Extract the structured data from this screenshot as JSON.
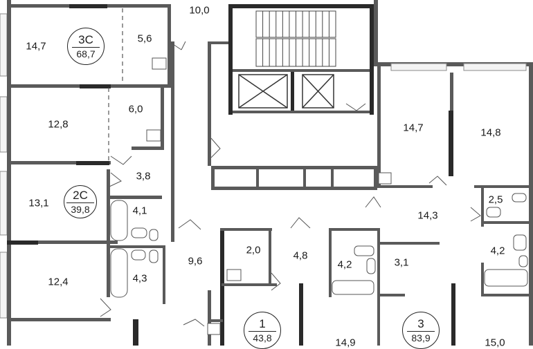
{
  "apartments": [
    {
      "id": "3c",
      "rooms": "3С",
      "total": "68,7"
    },
    {
      "id": "2c",
      "rooms": "2С",
      "total": "39,8"
    },
    {
      "id": "1",
      "rooms": "1",
      "total": "43,8"
    },
    {
      "id": "3",
      "rooms": "3",
      "total": "83,9"
    }
  ],
  "rooms": [
    {
      "id": "r-14-7-a",
      "area": "14,7"
    },
    {
      "id": "r-5-6",
      "area": "5,6"
    },
    {
      "id": "r-10-0",
      "area": "10,0"
    },
    {
      "id": "r-12-8",
      "area": "12,8"
    },
    {
      "id": "r-6-0",
      "area": "6,0"
    },
    {
      "id": "r-3-8",
      "area": "3,8"
    },
    {
      "id": "r-13-1",
      "area": "13,1"
    },
    {
      "id": "r-4-1",
      "area": "4,1"
    },
    {
      "id": "r-4-3",
      "area": "4,3"
    },
    {
      "id": "r-12-4",
      "area": "12,4"
    },
    {
      "id": "r-9-6",
      "area": "9,6"
    },
    {
      "id": "r-2-0",
      "area": "2,0"
    },
    {
      "id": "r-4-8",
      "area": "4,8"
    },
    {
      "id": "r-4-2-a",
      "area": "4,2"
    },
    {
      "id": "r-3-1",
      "area": "3,1"
    },
    {
      "id": "r-14-7-b",
      "area": "14,7"
    },
    {
      "id": "r-14-8",
      "area": "14,8"
    },
    {
      "id": "r-14-3",
      "area": "14,3"
    },
    {
      "id": "r-2-5",
      "area": "2,5"
    },
    {
      "id": "r-4-2-b",
      "area": "4,2"
    },
    {
      "id": "r-14-9",
      "area": "14,9"
    },
    {
      "id": "r-15-0",
      "area": "15,0"
    }
  ],
  "colors": {
    "wall": "#5a5a5a",
    "wall_dark": "#2a2a2a",
    "line": "#444444",
    "window": "#8a8a8a"
  }
}
